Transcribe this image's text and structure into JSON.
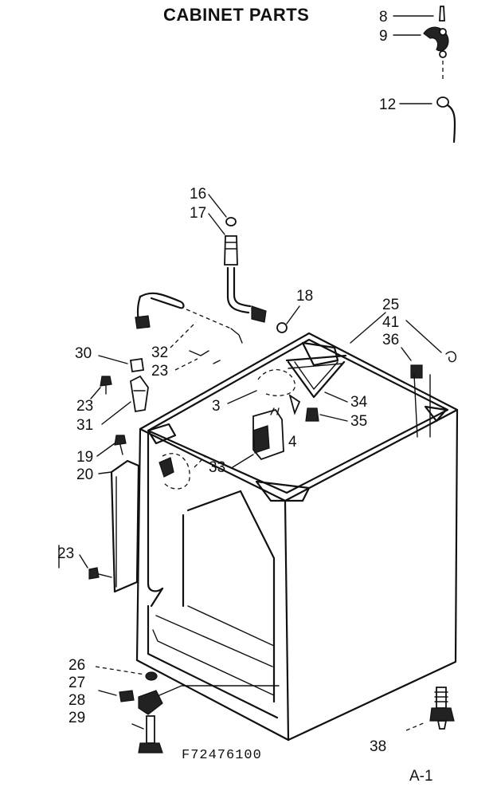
{
  "title": "CABINET PARTS",
  "diagram_code": "F72476100",
  "page_ref": "A-1",
  "callouts": {
    "c8": "8",
    "c9": "9",
    "c12": "12",
    "c16": "16",
    "c17": "17",
    "c18": "18",
    "c25": "25",
    "c41": "41",
    "c36": "36",
    "c30": "30",
    "c32": "32",
    "c23a": "23",
    "c23b": "23",
    "c31": "31",
    "c3": "3",
    "c34": "34",
    "c35": "35",
    "c4": "4",
    "c19": "19",
    "c20": "20",
    "c33": "33",
    "c23c": "23",
    "c26": "26",
    "c27": "27",
    "c28": "28",
    "c29": "29",
    "c38": "38"
  }
}
